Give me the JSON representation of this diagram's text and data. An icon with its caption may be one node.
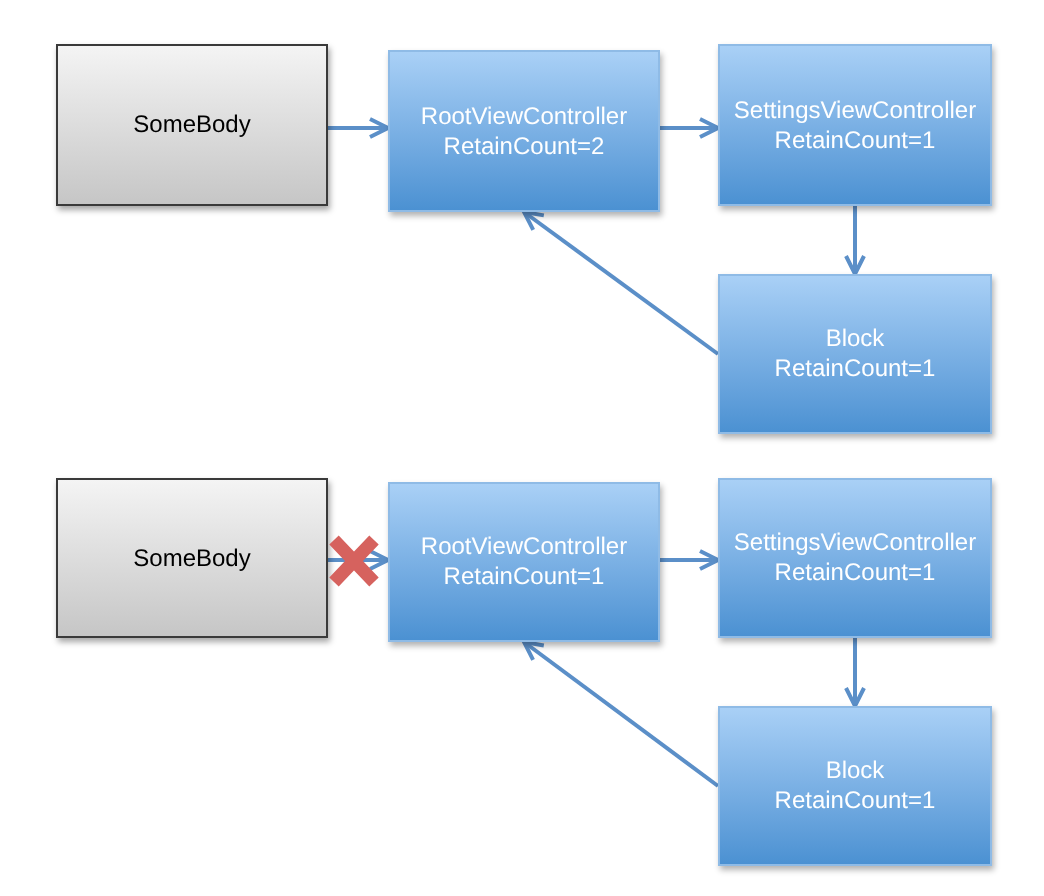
{
  "diagram": {
    "nodes": [
      {
        "text": [
          "SomeBody"
        ]
      },
      {
        "text": [
          "RootViewController",
          "RetainCount=2"
        ]
      },
      {
        "text": [
          "SettingsViewController",
          "RetainCount=1"
        ]
      },
      {
        "text": [
          "Block",
          "RetainCount=1"
        ]
      },
      {
        "text": [
          "SomeBody"
        ]
      },
      {
        "text": [
          "RootViewController",
          "RetainCount=1"
        ]
      },
      {
        "text": [
          "SettingsViewController",
          "RetainCount=1"
        ]
      },
      {
        "text": [
          "Block",
          "RetainCount=1"
        ]
      }
    ],
    "edges": [
      {
        "from": 0,
        "to": 1,
        "arrow": "to"
      },
      {
        "from": 1,
        "to": 2,
        "arrow": "to"
      },
      {
        "from": 2,
        "to": 3,
        "arrow": "to"
      },
      {
        "from": 3,
        "to": 1,
        "arrow": "to"
      },
      {
        "from": 4,
        "to": 5,
        "arrow": "to"
      },
      {
        "from": 5,
        "to": 6,
        "arrow": "to"
      },
      {
        "from": 6,
        "to": 7,
        "arrow": "to"
      },
      {
        "from": 7,
        "to": 5,
        "arrow": "to"
      }
    ]
  }
}
